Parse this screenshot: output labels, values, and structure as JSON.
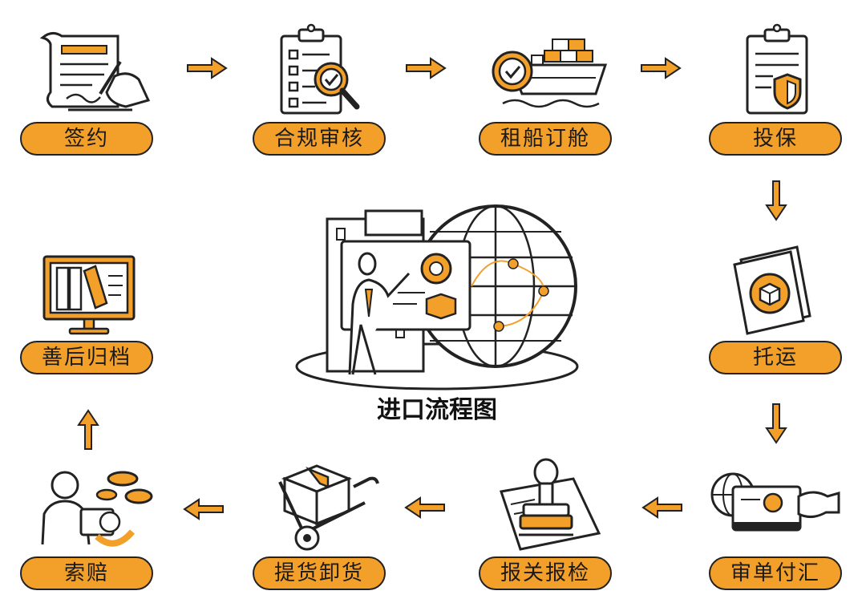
{
  "title": "进口流程图",
  "steps": [
    {
      "label": "签约"
    },
    {
      "label": "合规审核"
    },
    {
      "label": "租船订舱"
    },
    {
      "label": "投保"
    },
    {
      "label": "托运"
    },
    {
      "label": "审单付汇"
    },
    {
      "label": "报关报检"
    },
    {
      "label": "提货卸货"
    },
    {
      "label": "索赔"
    },
    {
      "label": "善后归档"
    }
  ],
  "colors": {
    "accent": "#f3a02a",
    "line": "#222222"
  }
}
